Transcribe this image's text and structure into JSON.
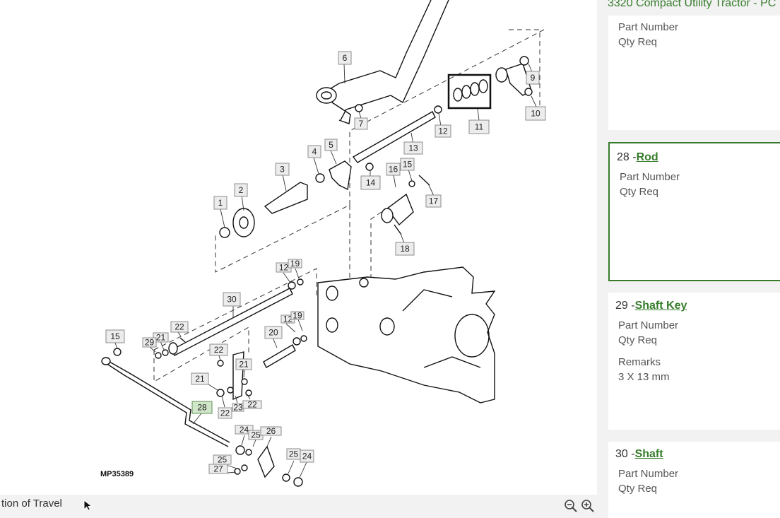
{
  "diagram": {
    "image_id": "MP35389",
    "callouts": [
      "1",
      "2",
      "3",
      "4",
      "5",
      "6",
      "7",
      "9",
      "10",
      "11",
      "12",
      "13",
      "14",
      "15",
      "16",
      "17",
      "18",
      "12",
      "19",
      "30",
      "12",
      "19",
      "20",
      "15",
      "21",
      "22",
      "29",
      "22",
      "21",
      "21",
      "22",
      "23",
      "22",
      "28",
      "24",
      "25",
      "26",
      "25",
      "27",
      "25",
      "24"
    ],
    "highlighted_callout": "28"
  },
  "bottom_bar": {
    "text": "tion of Travel",
    "zoom_out_icon": "zoom-out-icon",
    "zoom_in_icon": "zoom-in-icon"
  },
  "side_panel": {
    "model_title": "3320 Compact Utility Tractor - PC",
    "cards": [
      {
        "number": "",
        "name": "",
        "fields": [
          "Part Number",
          "Qty Req"
        ]
      },
      {
        "number": "28 -",
        "name": "Rod",
        "fields": [
          "Part Number",
          "Qty Req"
        ],
        "selected": true
      },
      {
        "number": "29 -",
        "name": "Shaft Key",
        "fields": [
          "Part Number",
          "Qty Req",
          "Remarks",
          "3 X 13 mm"
        ]
      },
      {
        "number": "30 -",
        "name": "Shaft",
        "fields": [
          "Part Number",
          "Qty Req"
        ]
      }
    ]
  },
  "colors": {
    "accent_green": "#367c2b",
    "panel_bg": "#f2f2f2",
    "callout_highlight": "#cfe6c8"
  }
}
